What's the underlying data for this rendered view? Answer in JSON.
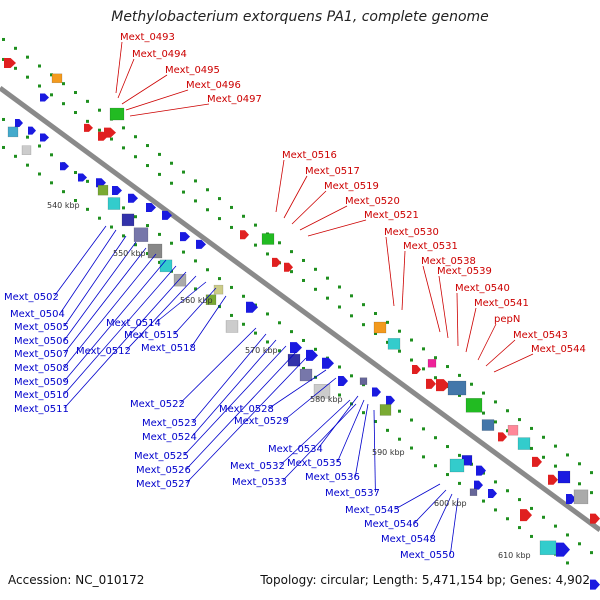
{
  "title": "Methylobacterium extorquens PA1, complete genome",
  "footer": {
    "accession": "Accession: NC_010172",
    "summary": "Topology: circular; Length: 5,471,154 bp; Genes: 4,902"
  },
  "ticks": [
    "540 kbp",
    "550 kbp",
    "560 kbp",
    "570 kbp",
    "580 kbp",
    "590 kbp",
    "600 kbp",
    "610 kbp"
  ],
  "red_labels": [
    "Mext_0493",
    "Mext_0494",
    "Mext_0495",
    "Mext_0496",
    "Mext_0497",
    "Mext_0516",
    "Mext_0517",
    "Mext_0519",
    "Mext_0520",
    "Mext_0521",
    "Mext_0530",
    "Mext_0531",
    "Mext_0538",
    "Mext_0539",
    "Mext_0540",
    "Mext_0541",
    "pepN",
    "Mext_0543",
    "Mext_0544"
  ],
  "blue_labels": [
    "Mext_0502",
    "Mext_0504",
    "Mext_0505",
    "Mext_0506",
    "Mext_0507",
    "Mext_0508",
    "Mext_0509",
    "Mext_0510",
    "Mext_0511",
    "Mext_0512",
    "Mext_0514",
    "Mext_0515",
    "Mext_0518",
    "Mext_0522",
    "Mext_0523",
    "Mext_0524",
    "Mext_0525",
    "Mext_0526",
    "Mext_0527",
    "Mext_0528",
    "Mext_0529",
    "Mext_0532",
    "Mext_0533",
    "Mext_0534",
    "Mext_0535",
    "Mext_0536",
    "Mext_0537",
    "Mext_0545",
    "Mext_0546",
    "Mext_0548",
    "Mext_0550"
  ],
  "colors": {
    "backbone": "#8a8a8a",
    "red_label": "#cc0000",
    "blue_label": "#0000cc",
    "dot_track": "#1f8f1f"
  }
}
